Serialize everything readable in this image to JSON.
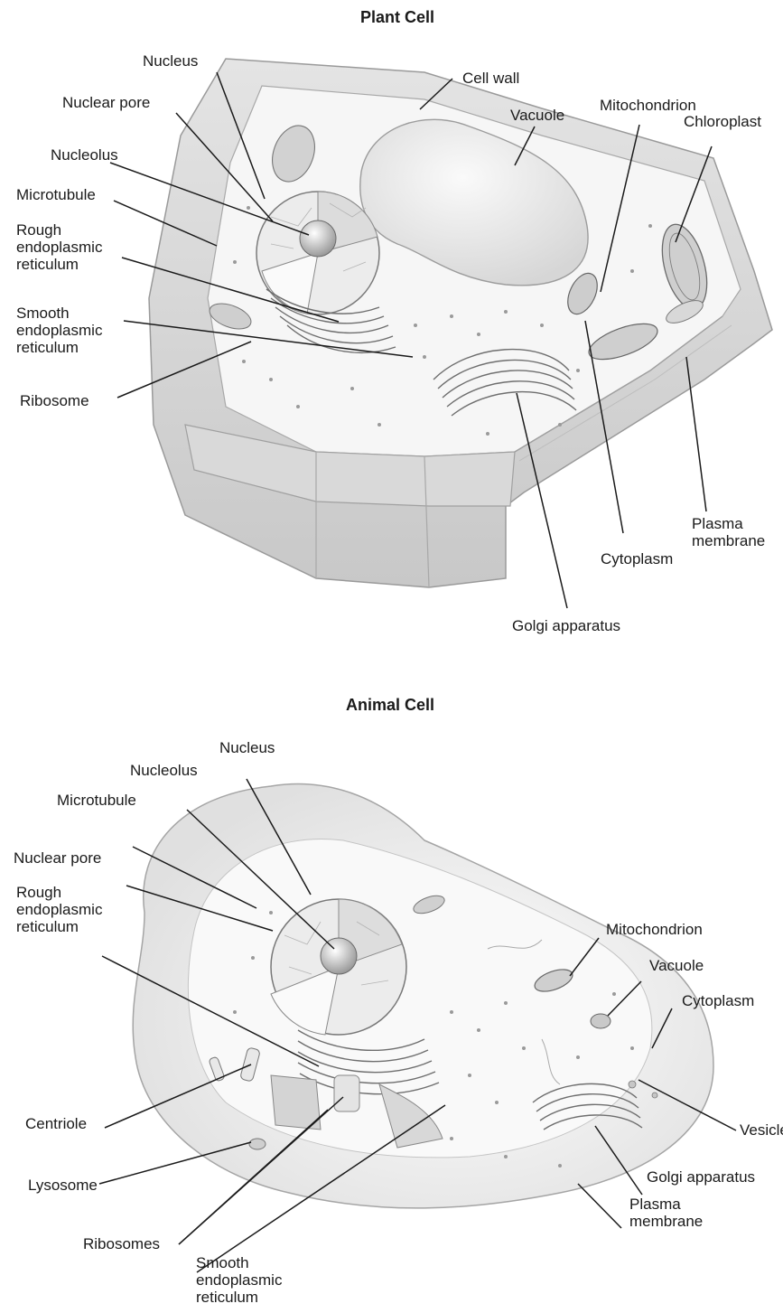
{
  "plant": {
    "title": "Plant Cell",
    "labels": {
      "nucleus": "Nucleus",
      "nuclear_pore": "Nuclear pore",
      "cell_wall": "Cell wall",
      "vacuole": "Vacuole",
      "mitochondrion": "Mitochondrion",
      "chloroplast": "Chloroplast",
      "nucleolus": "Nucleolus",
      "microtubule": "Microtubule",
      "rough_er": "Rough\nendoplasmic\nreticulum",
      "smooth_er": "Smooth\nendoplasmic\nreticulum",
      "ribosome": "Ribosome",
      "plasma_membrane": "Plasma\nmembrane",
      "cytoplasm": "Cytoplasm",
      "golgi": "Golgi apparatus"
    }
  },
  "animal": {
    "title": "Animal Cell",
    "labels": {
      "nucleus": "Nucleus",
      "nucleolus": "Nucleolus",
      "microtubule": "Microtubule",
      "nuclear_pore": "Nuclear pore",
      "rough_er": "Rough\nendoplasmic\nreticulum",
      "mitochondrion": "Mitochondrion",
      "vacuole": "Vacuole",
      "cytoplasm": "Cytoplasm",
      "vesicle": "Vesicle",
      "centriole": "Centriole",
      "golgi": "Golgi apparatus",
      "lysosome": "Lysosome",
      "plasma_membrane": "Plasma\nmembrane",
      "ribosomes": "Ribosomes",
      "smooth_er": "Smooth\nendoplasmic\nreticulum"
    }
  }
}
